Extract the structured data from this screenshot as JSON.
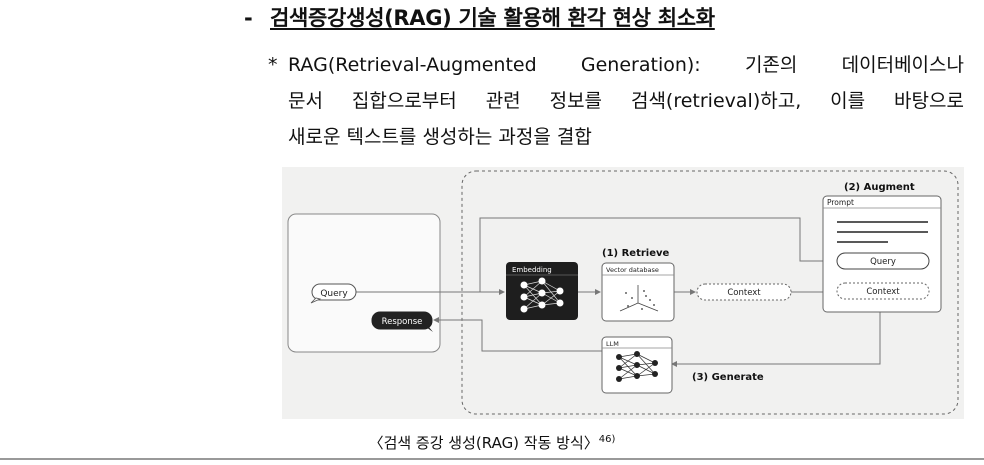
{
  "heading": {
    "dash": "-",
    "title": "검색증강생성(RAG) 기술 활용해 환각 현상 최소화"
  },
  "note": {
    "star": "*",
    "line1": [
      "RAG(Retrieval-Augmented",
      "Generation):",
      "기존의",
      "데이터베이스나"
    ],
    "line2": [
      "문서",
      "집합으로부터",
      "관련",
      "정보를",
      "검색(retrieval)하고,",
      "이를",
      "바탕으로"
    ],
    "line3": "새로운 텍스트를 생성하는 과정을 결합"
  },
  "diagram": {
    "query": "Query",
    "response": "Response",
    "embedding": "Embedding",
    "retrieve": "(1) Retrieve",
    "vector_db": "Vector database",
    "context": "Context",
    "augment": "(2) Augment",
    "prompt": "Prompt",
    "prompt_query": "Query",
    "prompt_context": "Context",
    "llm": "LLM",
    "generate": "(3) Generate"
  },
  "caption": {
    "text": "〈검색 증강 생성(RAG) 작동 방식〉",
    "footnote": "46)"
  }
}
